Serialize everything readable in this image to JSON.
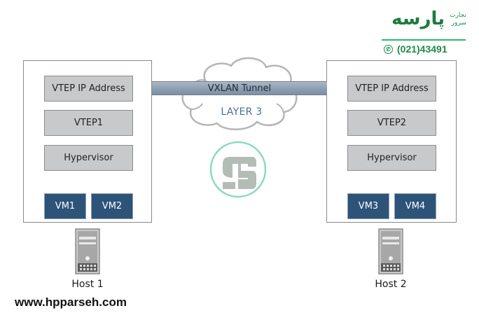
{
  "diagram": {
    "tunnel_label": "VXLAN Tunnel",
    "network_label": "LAYER 3",
    "hosts": [
      {
        "name": "Host 1",
        "components": [
          "VTEP IP Address",
          "VTEP1",
          "Hypervisor"
        ],
        "vms": [
          "VM1",
          "VM2"
        ]
      },
      {
        "name": "Host 2",
        "components": [
          "VTEP IP Address",
          "VTEP2",
          "Hypervisor"
        ],
        "vms": [
          "VM3",
          "VM4"
        ]
      }
    ]
  },
  "branding": {
    "logo_text_fa": "پارسه",
    "logo_subtext_fa_1": "تجارت",
    "logo_subtext_fa_2": "سرور",
    "phone": "(021)43491",
    "phone_icon": "phone-icon",
    "website": "www.hpparseh.com",
    "watermark_icon": "hp-logo-icon"
  },
  "colors": {
    "component_box": "#c8c9cb",
    "vm_box": "#2e5378",
    "tunnel": "#8a9cb0",
    "layer3_text": "#4a6f94",
    "brand_green": "#1e8a4a",
    "watermark_ring": "#8ad9c0"
  }
}
